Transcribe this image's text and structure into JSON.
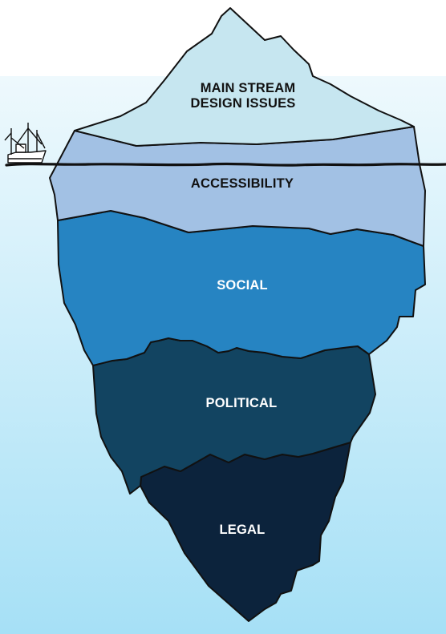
{
  "layers": [
    {
      "id": "main-stream",
      "lines": [
        "MAIN STREAM",
        "DESIGN ISSUES"
      ],
      "fill": "#c6e6f0",
      "text_color": "#111111"
    },
    {
      "id": "accessibility",
      "lines": [
        "ACCESSIBILITY"
      ],
      "fill": "#a2c1e4",
      "text_color": "#111111"
    },
    {
      "id": "social",
      "lines": [
        "SOCIAL"
      ],
      "fill": "#2684c2",
      "text_color": "#ffffff"
    },
    {
      "id": "political",
      "lines": [
        "POLITICAL"
      ],
      "fill": "#124461",
      "text_color": "#ffffff"
    },
    {
      "id": "legal",
      "lines": [
        "LEGAL"
      ],
      "fill": "#0c233c",
      "text_color": "#ffffff"
    }
  ],
  "colors": {
    "water_top": "#eef9fd",
    "water_bottom": "#a6e0f6",
    "outline": "#111111",
    "boat_hull": "#ffffff"
  }
}
